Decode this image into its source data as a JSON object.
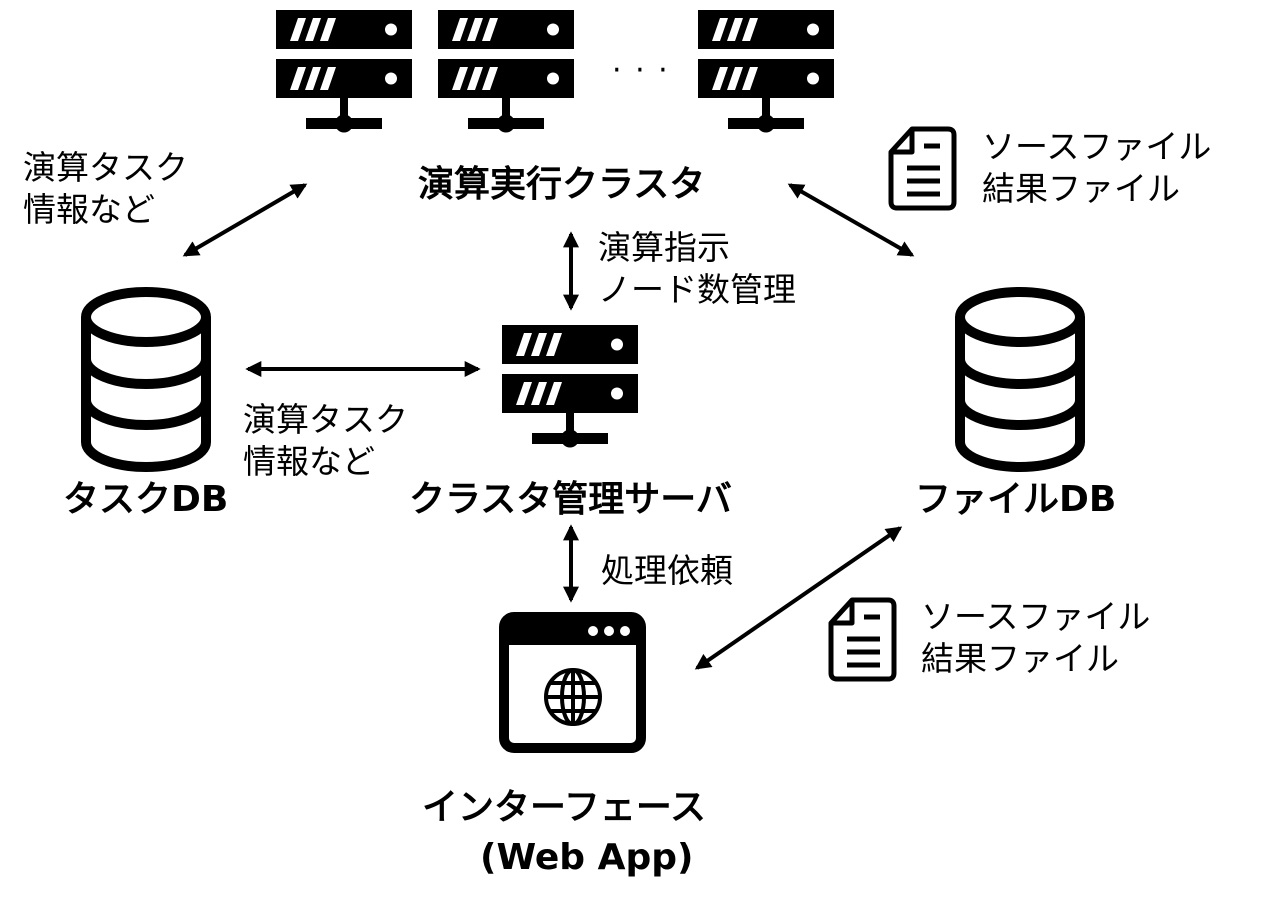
{
  "compute_cluster": {
    "label": "演算実行クラスタ",
    "ellipsis": "· · ·",
    "server_icon": "server-icon"
  },
  "task_db": {
    "label": "タスクDB",
    "icon": "database-icon"
  },
  "file_db": {
    "label": "ファイルDB",
    "icon": "database-icon"
  },
  "cluster_manager": {
    "label": "クラスタ管理サーバ",
    "icon": "server-icon"
  },
  "interface": {
    "label_line1": "インターフェース",
    "label_line2": "(Web App)",
    "icon": "browser-globe-icon"
  },
  "edges": {
    "cluster_taskdb": {
      "line1": "演算タスク",
      "line2": "情報など"
    },
    "taskdb_manager": {
      "line1": "演算タスク",
      "line2": "情報など"
    },
    "cluster_manager": {
      "line1": "演算指示",
      "line2": "ノード数管理"
    },
    "manager_interface": {
      "line1": "処理依頼"
    },
    "cluster_filedb": {
      "line1": "ソースファイル",
      "line2": "結果ファイル",
      "icon": "document-icon"
    },
    "filedb_interface": {
      "line1": "ソースファイル",
      "line2": "結果ファイル",
      "icon": "document-icon"
    }
  }
}
